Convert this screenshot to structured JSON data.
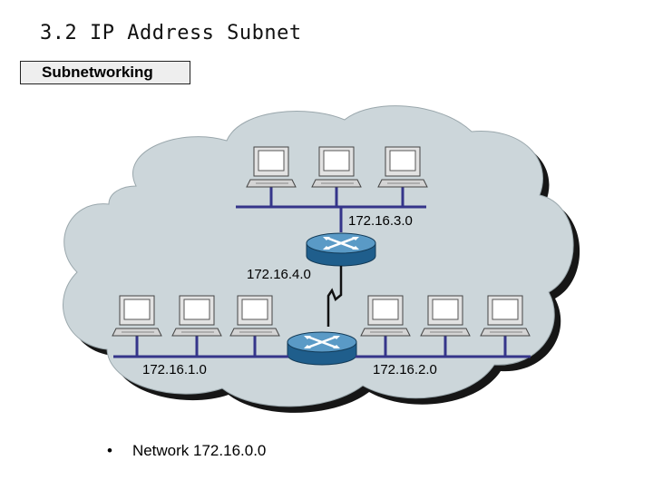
{
  "slide": {
    "title": "3.2 IP Address Subnet",
    "subtitle": "Subnetworking"
  },
  "diagram": {
    "subnets": [
      {
        "label": "172.16.3.0",
        "hosts": 3
      },
      {
        "label": "172.16.4.0",
        "hosts": 0
      },
      {
        "label": "172.16.1.0",
        "hosts": 3
      },
      {
        "label": "172.16.2.0",
        "hosts": 3
      }
    ],
    "routers": 2,
    "icons": [
      "cloud-icon",
      "computer-icon",
      "router-icon",
      "serial-link-icon"
    ],
    "colors": {
      "cloud": "#ccd6da",
      "cloud_shadow": "#1a1a1a",
      "lan_bus": "#35358a",
      "router_top": "#5a9ac6",
      "router_body": "#1f5e8c",
      "computer_body": "#e0e0e0",
      "computer_screen": "#ffffff"
    }
  },
  "footer": {
    "bullet": "•",
    "text": "Network 172.16.0.0"
  }
}
